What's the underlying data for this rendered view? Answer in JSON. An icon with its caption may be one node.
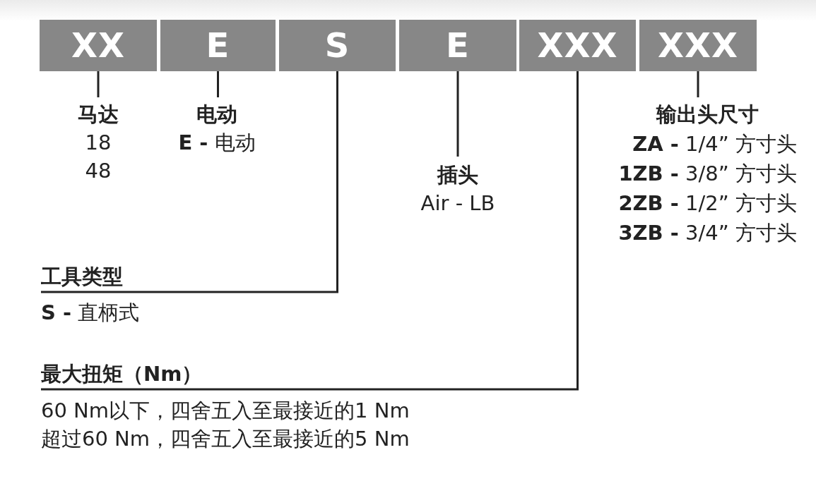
{
  "diagram": {
    "nodes": [
      {
        "text": [
          "XX"
        ]
      },
      {
        "text": [
          "E"
        ]
      },
      {
        "text": [
          "S"
        ]
      },
      {
        "text": [
          "E"
        ]
      },
      {
        "text": [
          "XXX"
        ]
      },
      {
        "text": [
          "XXX"
        ]
      },
      {
        "text": [
          "马达",
          "18",
          "48"
        ]
      },
      {
        "text": [
          "电动",
          "**E -** 电动"
        ]
      },
      {
        "text": [
          "插头",
          "Air - LB"
        ]
      },
      {
        "text": [
          "输出头尺寸",
          "**ZA -** 1/4” 方寸头",
          "**1ZB -** 3/8” 方寸头",
          "**2ZB -** 1/2” 方寸头",
          "**3ZB -** 3/4” 方寸头"
        ]
      },
      {
        "text": [
          "工具类型",
          "**S -** 直柄式"
        ]
      },
      {
        "text": [
          "最大扭矩（Nm）",
          "60 Nm以下，四舍五入至最接近的1 Nm",
          "超过60 Nm，四舍五入至最接近的5 Nm"
        ]
      }
    ],
    "edges": [
      {
        "from": 0,
        "to": 6,
        "arrow": "none"
      },
      {
        "from": 1,
        "to": 7,
        "arrow": "none"
      },
      {
        "from": 2,
        "to": 10,
        "arrow": "none"
      },
      {
        "from": 3,
        "to": 8,
        "arrow": "none"
      },
      {
        "from": 4,
        "to": 11,
        "arrow": "none"
      },
      {
        "from": 5,
        "to": 9,
        "arrow": "none"
      }
    ]
  }
}
